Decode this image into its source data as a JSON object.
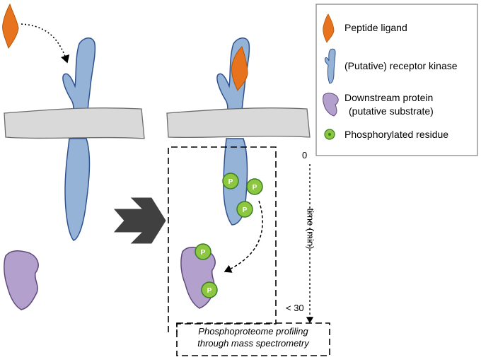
{
  "legend": {
    "peptide_ligand": "Peptide ligand",
    "receptor_kinase": "(Putative) receptor kinase",
    "downstream_line1": "Downstream protein",
    "downstream_line2": "(putative substrate)",
    "phosphorylated_residue": "Phosphorylated residue"
  },
  "phospho_label": "P",
  "timeline": {
    "start": "0",
    "end": "< 30",
    "axis_label": "time (min)"
  },
  "profiling": {
    "line1": "Phosphoproteome profiling",
    "line2": "through mass spectrometry"
  },
  "colors": {
    "peptide": "#e8731f",
    "receptor": "#95b3d7",
    "receptor_outline": "#2f528f",
    "membrane": "#d9d9d9",
    "substrate": "#b4a0cc",
    "substrate_outline": "#5f497a",
    "phospho": "#8dc641",
    "phospho_outline": "#3a7d22",
    "arrow": "#404040"
  }
}
